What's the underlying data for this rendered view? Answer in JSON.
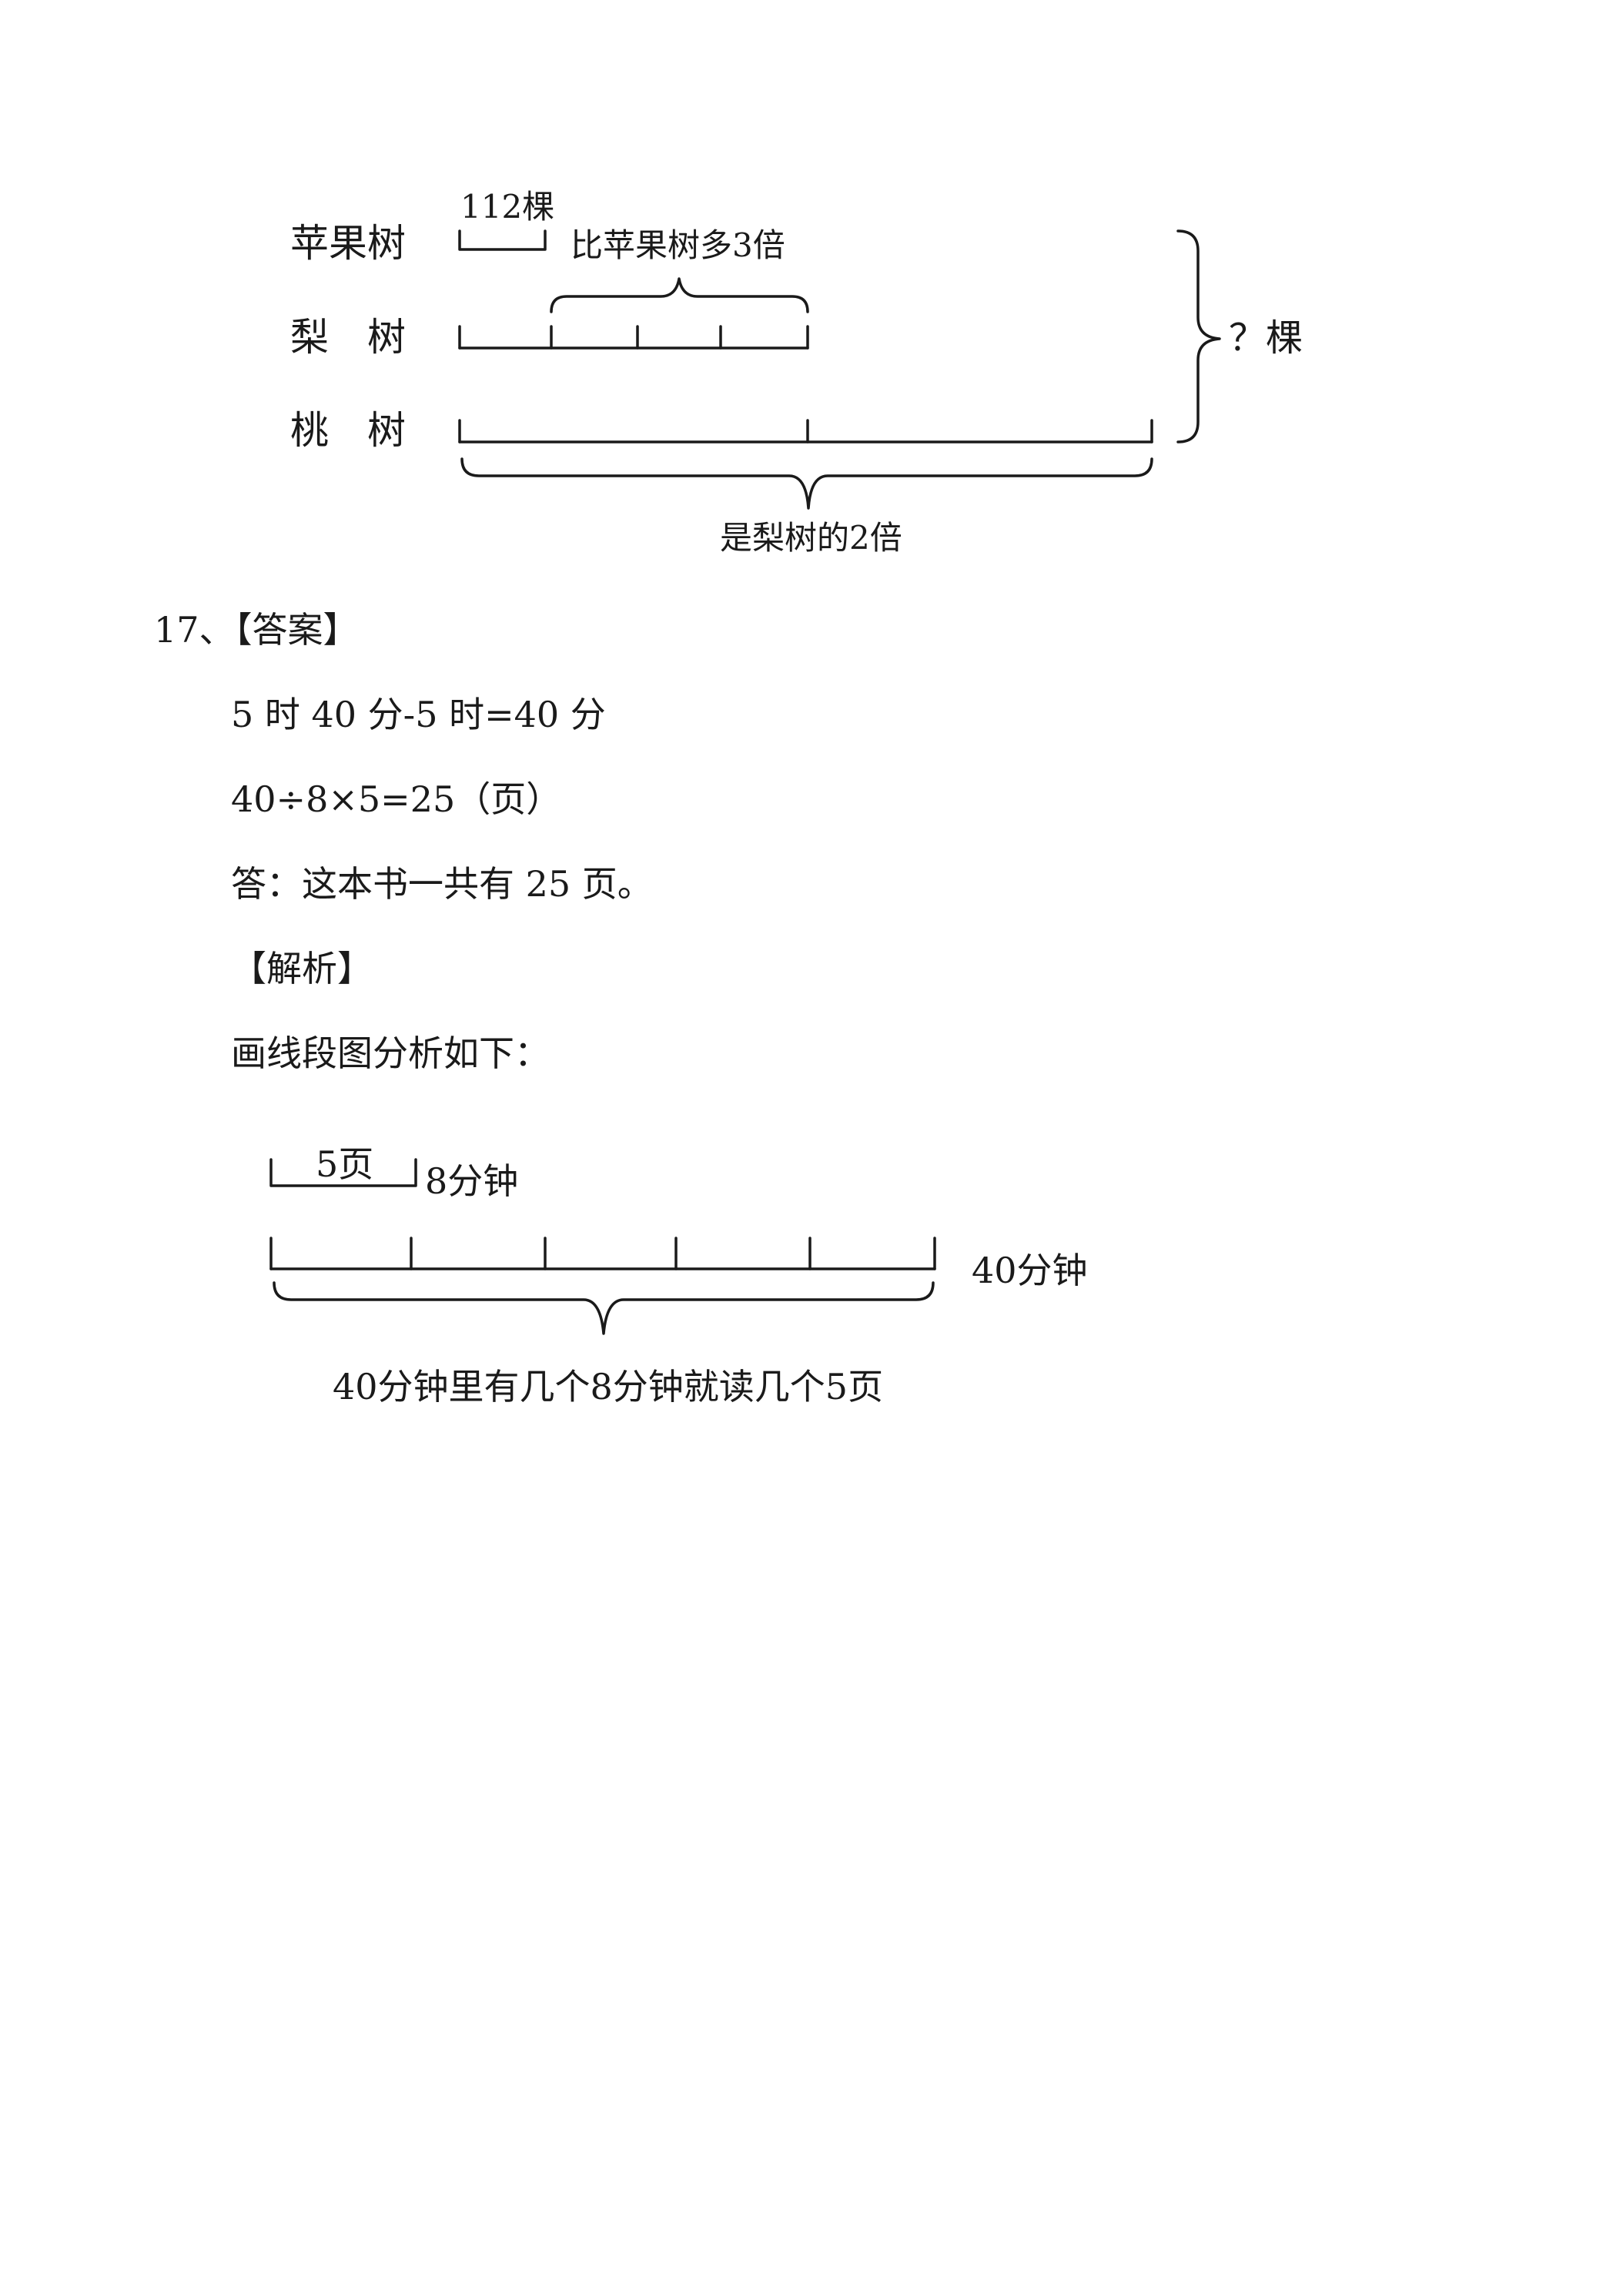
{
  "diagram1": {
    "row_labels": [
      "苹果树",
      "梨　树",
      "桃　树"
    ],
    "apple_count": "112棵",
    "pear_note": "比苹果树多3倍",
    "total": "？棵",
    "peach_note": "是梨树的2倍"
  },
  "q17": {
    "number": "17、【答案】",
    "line1": "5 时 40 分-5 时=40 分",
    "line2": "40÷8×5=25（页）",
    "answer": "答：这本书一共有 25 页。",
    "analysis_heading": "【解析】",
    "analysis_intro": "画线段图分析如下："
  },
  "diagram2": {
    "unit_label": "5页",
    "unit_time": "8分钟",
    "total_time": "40分钟",
    "caption": "40分钟里有几个8分钟就读几个5页"
  }
}
